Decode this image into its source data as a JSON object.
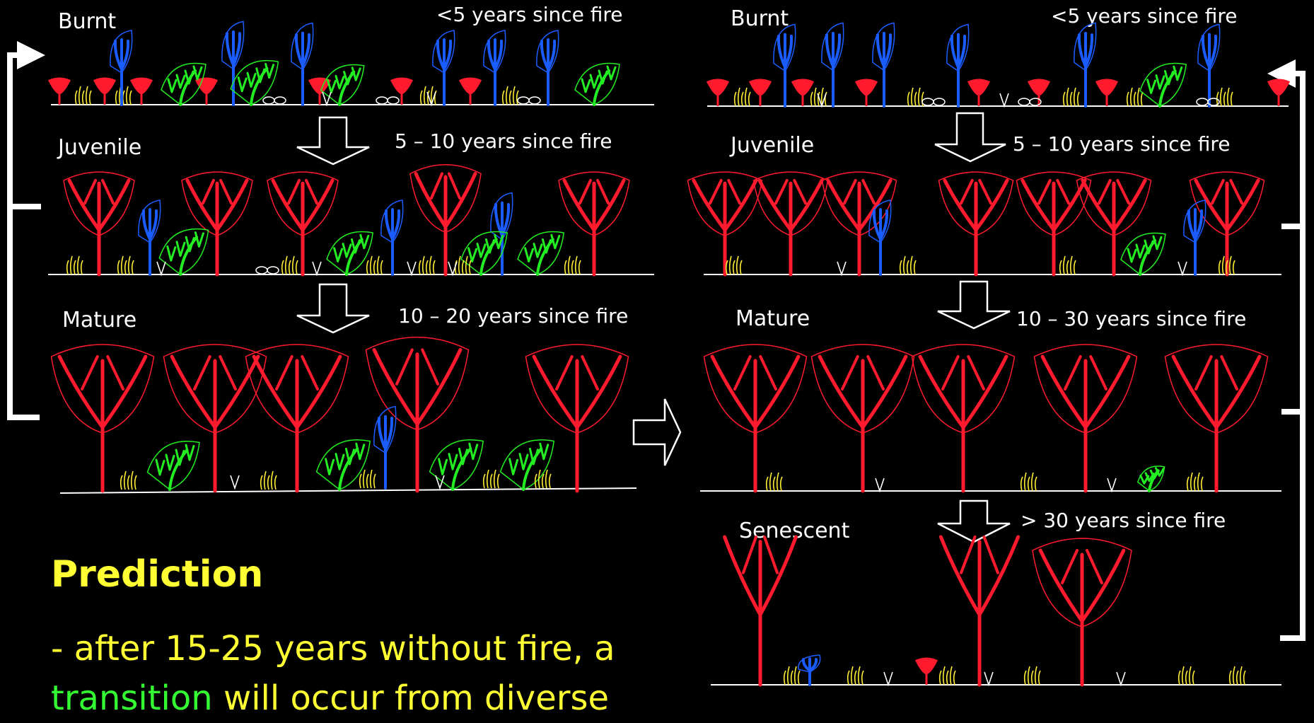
{
  "left_panel": {
    "burnt": {
      "stage": "Burnt",
      "time": "<5 years since fire"
    },
    "juvenile": {
      "stage": "Juvenile",
      "time": "5 – 10 years since fire"
    },
    "mature": {
      "stage": "Mature",
      "time": "10 – 20 years since fire"
    }
  },
  "right_panel": {
    "burnt": {
      "stage": "Burnt",
      "time": "<5 years since fire"
    },
    "juvenile": {
      "stage": "Juvenile",
      "time": "5 – 10 years since fire"
    },
    "mature": {
      "stage": "Mature",
      "time": "10 – 30 years since fire"
    },
    "senescent": {
      "stage": "Senescent",
      "time": "> 30 years since fire"
    }
  },
  "prediction": {
    "title": "Prediction",
    "line1": "- after 15-25 years without fire, a",
    "line2_highlight": "transition",
    "line2_rest": " will occur from diverse"
  },
  "colors": {
    "background": "#000000",
    "tree": "#ff1a2e",
    "shrub_blue": "#1a5cff",
    "shrub_green": "#22ee22",
    "grass": "#ffee33",
    "text": "#ffffff",
    "prediction": "#ffff33",
    "highlight": "#33ff33"
  }
}
